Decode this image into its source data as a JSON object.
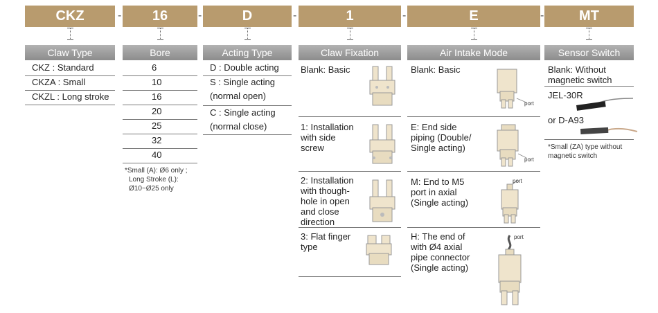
{
  "codes": [
    "CKZ",
    "16",
    "D",
    "1",
    "E",
    "MT"
  ],
  "separator": "-",
  "headers": [
    "Claw Type",
    "Bore",
    "Acting Type",
    "Claw Fixation",
    "Air Intake Mode",
    "Sensor Switch"
  ],
  "claw_type": [
    "CKZ : Standard",
    "CKZA : Small",
    "CKZL : Long stroke"
  ],
  "bore": {
    "values": [
      "6",
      "10",
      "16",
      "20",
      "25",
      "32",
      "40"
    ],
    "note": [
      "*Small (A): Ø6 only ;",
      "Long Stroke (L):",
      "Ø10~Ø25 only"
    ]
  },
  "acting_type": [
    "D : Double acting",
    "S : Single acting",
    "(normal open)",
    "C : Single acting",
    "(normal close)"
  ],
  "claw_fixation": [
    {
      "lines": [
        "Blank: Basic"
      ]
    },
    {
      "lines": [
        "1: Installation",
        "with side",
        "screw"
      ]
    },
    {
      "lines": [
        "2: Installation",
        "with though-",
        "hole in open",
        "and close",
        "direction"
      ]
    },
    {
      "lines": [
        "3: Flat finger",
        "type"
      ]
    }
  ],
  "air_intake": [
    {
      "lines": [
        "Blank: Basic"
      ],
      "port_label": "port"
    },
    {
      "lines": [
        "E: End side",
        "piping (Double/",
        "Single acting)"
      ],
      "port_label": "port"
    },
    {
      "lines": [
        "M: End to M5",
        "port in axial",
        "(Single acting)"
      ],
      "port_label": "port"
    },
    {
      "lines": [
        "H: The end of",
        "with Ø4 axial",
        "pipe connector",
        "(Single acting)"
      ],
      "port_label": "port"
    }
  ],
  "sensor_switch": {
    "blank": [
      "Blank: Without",
      "magnetic switch"
    ],
    "model1": "JEL-30R",
    "model2": "or D-A93",
    "note": [
      "*Small (ZA) type without",
      "magnetic switch"
    ]
  },
  "colors": {
    "code_bg": "#b89b6e",
    "header_bg": "#9e9e9e",
    "product": "#efe4cc",
    "line": "#777777"
  }
}
